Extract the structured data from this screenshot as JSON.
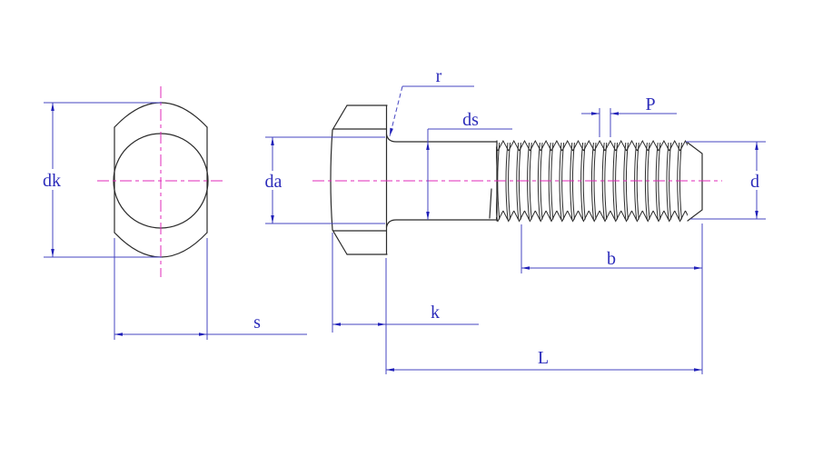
{
  "drawing": {
    "title": "square head bolt dimension drawing",
    "views": {
      "front_view": "bolt head front view (square head with washer circle)",
      "side_view": "bolt side view (head, shank, threaded end)"
    },
    "labels": {
      "dk": "dk",
      "s": "s",
      "da": "da",
      "r": "r",
      "ds": "ds",
      "P": "P",
      "d": "d",
      "b": "b",
      "k": "k",
      "L": "L"
    },
    "colors": {
      "outline": "#2b2b2b",
      "dimension": "#4646c2",
      "dimension_text": "#2d2dbb",
      "arrow": "#2020b8",
      "centerline": "#e028b8",
      "background": "#ffffff"
    }
  }
}
